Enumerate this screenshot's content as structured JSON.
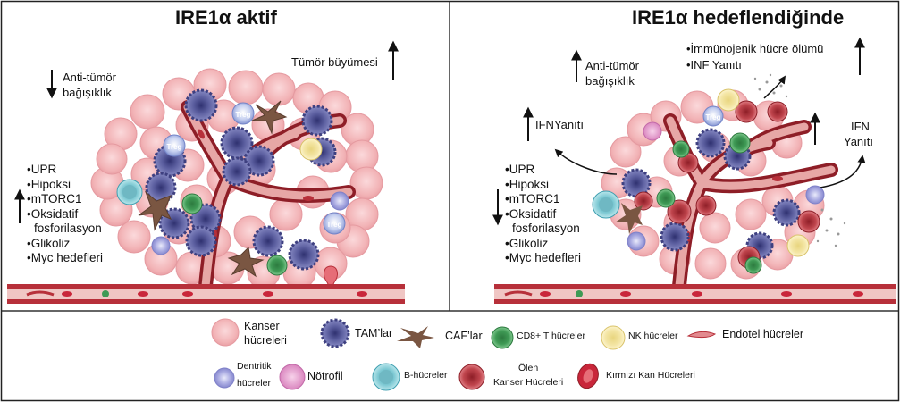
{
  "left_panel": {
    "title": "IRE1α aktif",
    "anti_tumor": [
      "Anti-tümör",
      "bağışıklık"
    ],
    "tumor_growth": "Tümör büyümesi",
    "pathways": [
      "•UPR",
      "•Hipoksi",
      "•mTORC1",
      "•Oksidatif",
      "fosforilasyon",
      "•Glikoliz",
      "•Myc hedefleri"
    ],
    "treg_label": "Treg"
  },
  "right_panel": {
    "title": "IRE1α hedeflendiğinde",
    "anti_tumor": [
      "Anti-tümör",
      "bağışıklık"
    ],
    "immunogenic": [
      "•İmmünojenik hücre ölümü",
      "•INF Yanıtı"
    ],
    "ifn_left": "IFNYanıtı",
    "ifn_right": [
      "IFN",
      "Yanıtı"
    ],
    "pathways": [
      "•UPR",
      "•Hipoksi",
      "•mTORC1",
      "•Oksidatif",
      "fosforilasyon",
      "•Glikoliz",
      "•Myc hedefleri"
    ],
    "treg_label": "Treg"
  },
  "legend": {
    "cancer": [
      "Kanser",
      "hücreleri"
    ],
    "tam": "TAM’lar",
    "caf": "CAF’lar",
    "cd8": "CD8+ T hücreler",
    "nk": "NK hücreler",
    "endothelial": "Endotel hücreler",
    "dendritic": [
      "Dentritik",
      "hücreler"
    ],
    "neutrophil": "Nötrofil",
    "bcell": "B-hücreler",
    "dying": [
      "Ölen",
      "Kanser Hücreleri"
    ],
    "rbc": "Kırmızı Kan Hücreleri"
  },
  "colors": {
    "cancer": "#f2b3b6",
    "tam": "#5a5d9e",
    "caf": "#7a5642",
    "cd8": "#3f9a55",
    "nk": "#f4e6a6",
    "vessel": "#b7303a",
    "bcell": "#7ec9d3",
    "neutrophil": "#e79fce",
    "dendritic": "#a6a7e0",
    "dying": "#c0454d",
    "treg": "#a9b8e6"
  }
}
